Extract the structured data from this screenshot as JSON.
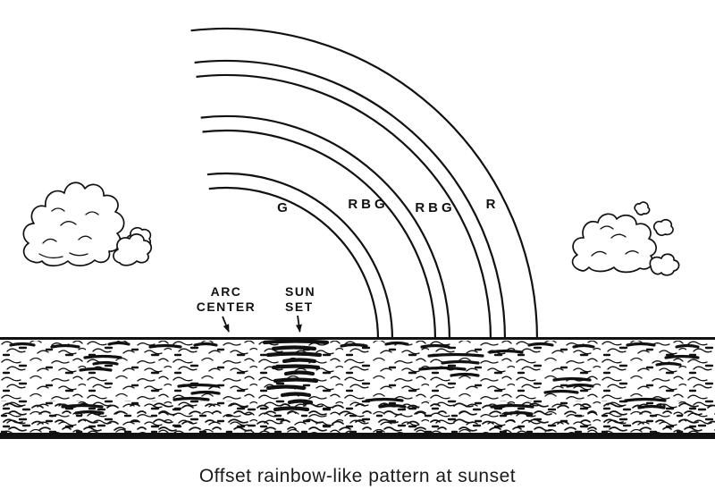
{
  "figure": {
    "caption": "Offset rainbow-like pattern at sunset",
    "band_labels": {
      "inner": "G",
      "mid_inner": "RBG",
      "mid_outer": "RBG",
      "outer": "R"
    },
    "annotations": {
      "arc_center": {
        "line1": "ARC",
        "line2": "CENTER"
      },
      "sunset": {
        "line1": "SUN",
        "line2": "SET"
      }
    },
    "colors": {
      "ink": "#111111",
      "paper": "#ffffff"
    }
  }
}
